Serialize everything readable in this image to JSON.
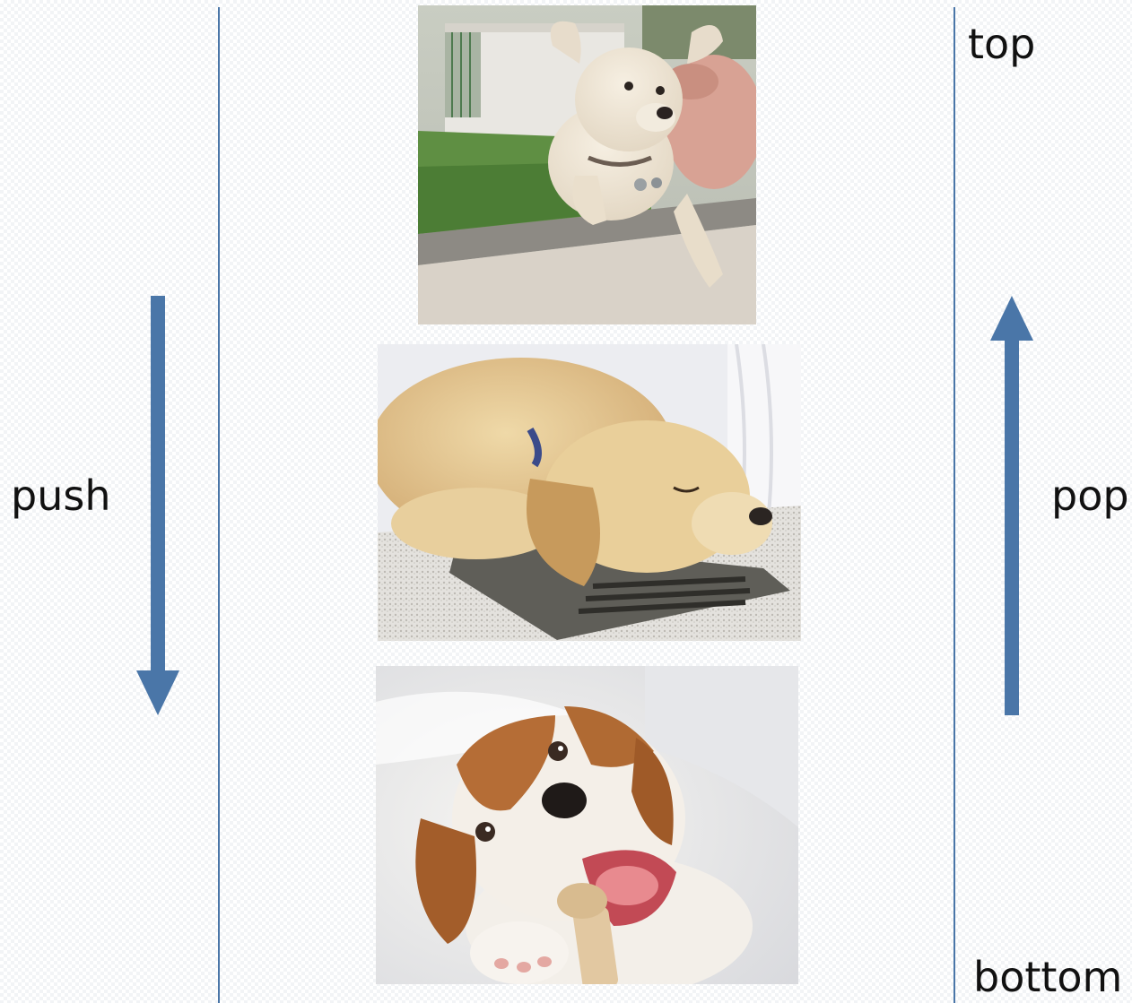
{
  "labels": {
    "push": "push",
    "pop": "pop",
    "top": "top",
    "bottom": "bottom"
  },
  "colors": {
    "line": "#4a76a8",
    "arrow": "#4a76a8",
    "text": "#111111"
  },
  "stack_items": [
    {
      "icon": "puppy-held-photo"
    },
    {
      "icon": "puppy-sleeping-photo"
    },
    {
      "icon": "puppy-chewing-photo"
    }
  ]
}
